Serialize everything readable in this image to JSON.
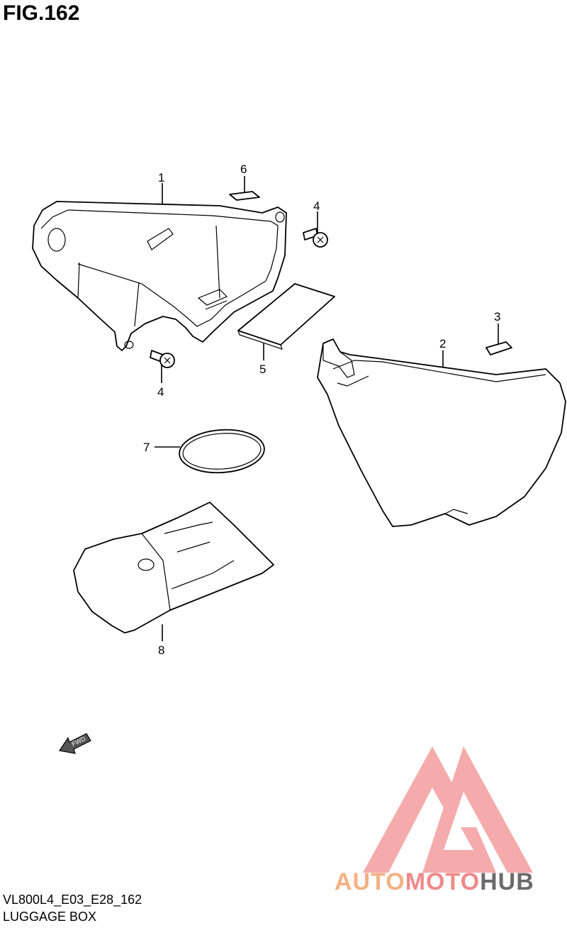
{
  "figure": {
    "title": "FIG.162",
    "model_code": "VL800L4_E03_E28_162",
    "section_title": "LUGGAGE BOX"
  },
  "callouts": [
    {
      "id": "1",
      "label": "1"
    },
    {
      "id": "2",
      "label": "2"
    },
    {
      "id": "3",
      "label": "3"
    },
    {
      "id": "4a",
      "label": "4"
    },
    {
      "id": "4b",
      "label": "4"
    },
    {
      "id": "5",
      "label": "5"
    },
    {
      "id": "6",
      "label": "6"
    },
    {
      "id": "7",
      "label": "7"
    },
    {
      "id": "8",
      "label": "8"
    }
  ],
  "fwd_arrow": {
    "label": "FWD"
  },
  "watermark": {
    "part1": "AUTO",
    "part2": "MOTO",
    "part3": "HUB",
    "colors": {
      "auto": "#f4b183",
      "moto": "#f08a8a",
      "hub": "#6b6b6b",
      "logo": "#f4a3a3"
    }
  }
}
